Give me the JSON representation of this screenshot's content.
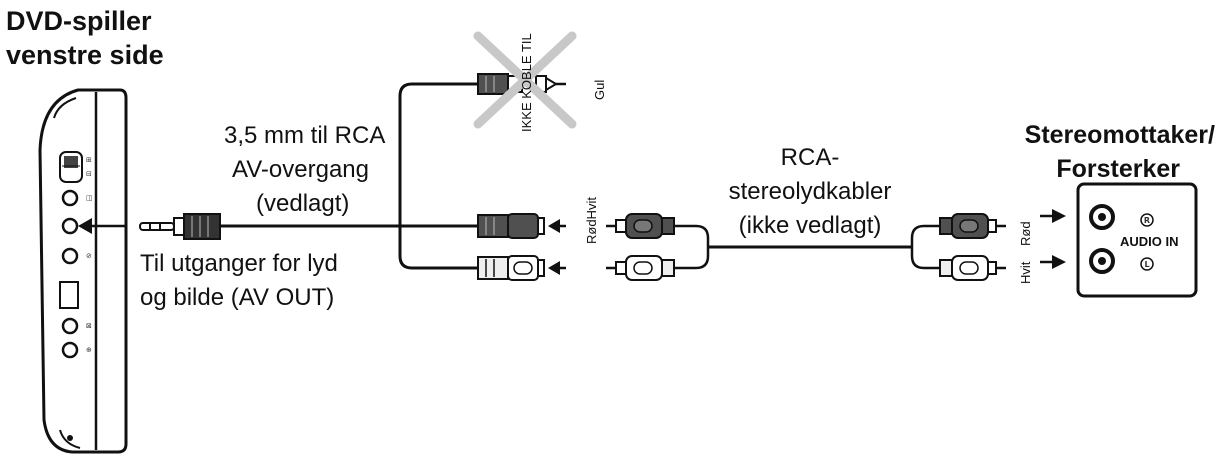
{
  "player": {
    "title_line1": "DVD-spiller",
    "title_line2": "venstre side"
  },
  "adapter": {
    "line1": "3,5 mm til RCA",
    "line2": "AV-overgang",
    "line3": "(vedlagt)"
  },
  "outputs": {
    "line1": "Til utganger for lyd",
    "line2": "og bilde (AV OUT)"
  },
  "yellow_plug": {
    "warning": "IKKE KOBLE TIL",
    "color_label": "Gul"
  },
  "adapter_colors": "RødHvit",
  "cable": {
    "line1": "RCA-",
    "line2": "stereolydkabler",
    "line3": "(ikke vedlagt)"
  },
  "receiver_colors": {
    "red": "Rød",
    "white": "Hvit"
  },
  "receiver": {
    "title_line1": "Stereomottaker/",
    "title_line2": "Forsterker",
    "audio_in": "AUDIO IN",
    "right_mark": "R",
    "left_mark": "L"
  },
  "colors": {
    "ink": "#111111",
    "cross": "#c8c8c8",
    "plug_dark": "#505050",
    "plug_light": "#eeeeee"
  }
}
